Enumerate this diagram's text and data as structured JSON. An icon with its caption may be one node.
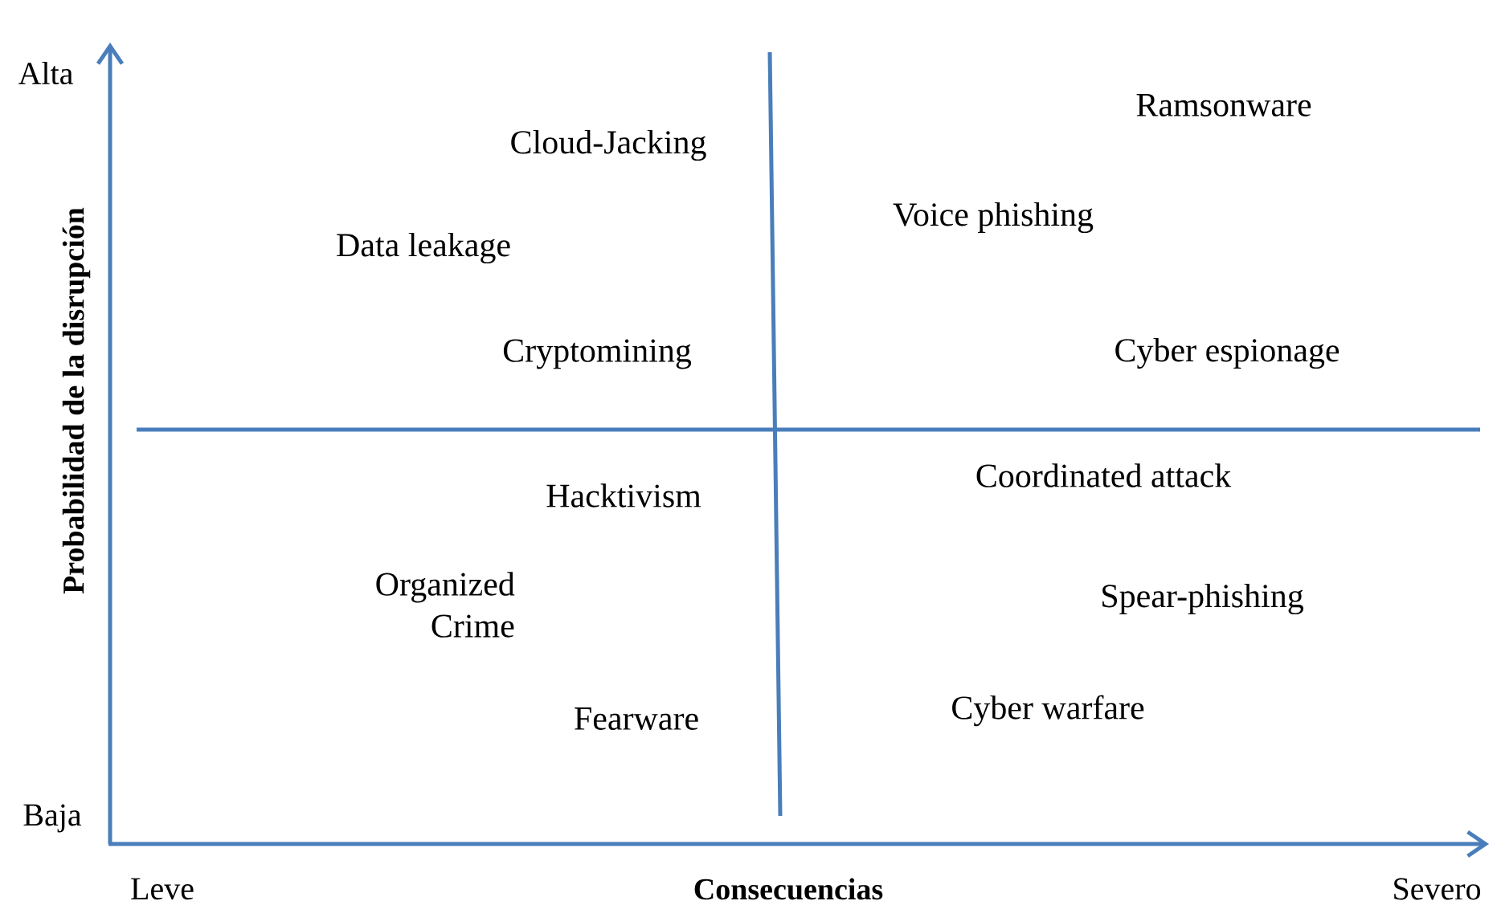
{
  "diagram": {
    "labels": [
      "Alta",
      "Ramsonware",
      "Cloud-Jacking",
      "Voice phishing",
      "Data leakage",
      "Cryptomining",
      "Cyber espionage",
      "Probabilidad de la disrupción",
      "Coordinated attack",
      "Hacktivism",
      "Organized Crime",
      "Spear-phishing",
      "Cyber warfare",
      "Fearware",
      "Baja",
      "Leve",
      "Consecuencias",
      "Severo"
    ]
  }
}
